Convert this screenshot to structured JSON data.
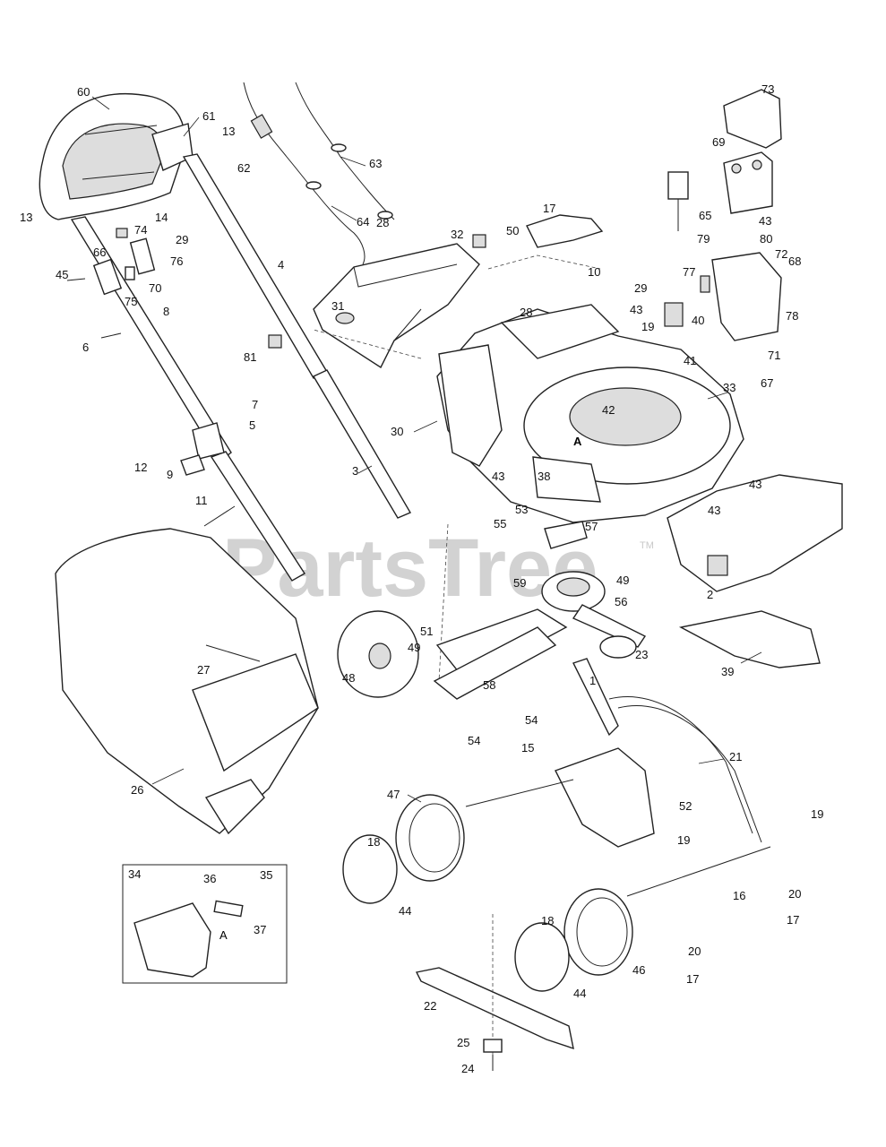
{
  "watermark": "PartsTree",
  "watermark_tm": "TM",
  "inset": {
    "ref_letter": "A"
  },
  "deck_ref_letter": "A",
  "callouts": [
    {
      "n": "60"
    },
    {
      "n": "61"
    },
    {
      "n": "13"
    },
    {
      "n": "62"
    },
    {
      "n": "13"
    },
    {
      "n": "14"
    },
    {
      "n": "74"
    },
    {
      "n": "29"
    },
    {
      "n": "66"
    },
    {
      "n": "76"
    },
    {
      "n": "45"
    },
    {
      "n": "70"
    },
    {
      "n": "75"
    },
    {
      "n": "8"
    },
    {
      "n": "6"
    },
    {
      "n": "4"
    },
    {
      "n": "81"
    },
    {
      "n": "7"
    },
    {
      "n": "5"
    },
    {
      "n": "12"
    },
    {
      "n": "9"
    },
    {
      "n": "3"
    },
    {
      "n": "11"
    },
    {
      "n": "63"
    },
    {
      "n": "64"
    },
    {
      "n": "28"
    },
    {
      "n": "32"
    },
    {
      "n": "17"
    },
    {
      "n": "50"
    },
    {
      "n": "31"
    },
    {
      "n": "10"
    },
    {
      "n": "29"
    },
    {
      "n": "28"
    },
    {
      "n": "43"
    },
    {
      "n": "19"
    },
    {
      "n": "40"
    },
    {
      "n": "41"
    },
    {
      "n": "73"
    },
    {
      "n": "69"
    },
    {
      "n": "65"
    },
    {
      "n": "43"
    },
    {
      "n": "79"
    },
    {
      "n": "80"
    },
    {
      "n": "72"
    },
    {
      "n": "77"
    },
    {
      "n": "68"
    },
    {
      "n": "78"
    },
    {
      "n": "71"
    },
    {
      "n": "67"
    },
    {
      "n": "33"
    },
    {
      "n": "42"
    },
    {
      "n": "30"
    },
    {
      "n": "43"
    },
    {
      "n": "38"
    },
    {
      "n": "43"
    },
    {
      "n": "43"
    },
    {
      "n": "53"
    },
    {
      "n": "55"
    },
    {
      "n": "57"
    },
    {
      "n": "2"
    },
    {
      "n": "59"
    },
    {
      "n": "49"
    },
    {
      "n": "56"
    },
    {
      "n": "51"
    },
    {
      "n": "49"
    },
    {
      "n": "23"
    },
    {
      "n": "39"
    },
    {
      "n": "48"
    },
    {
      "n": "1"
    },
    {
      "n": "58"
    },
    {
      "n": "54"
    },
    {
      "n": "54"
    },
    {
      "n": "27"
    },
    {
      "n": "15"
    },
    {
      "n": "21"
    },
    {
      "n": "26"
    },
    {
      "n": "47"
    },
    {
      "n": "52"
    },
    {
      "n": "19"
    },
    {
      "n": "19"
    },
    {
      "n": "18"
    },
    {
      "n": "44"
    },
    {
      "n": "34"
    },
    {
      "n": "36"
    },
    {
      "n": "35"
    },
    {
      "n": "37"
    },
    {
      "n": "16"
    },
    {
      "n": "20"
    },
    {
      "n": "17"
    },
    {
      "n": "18"
    },
    {
      "n": "20"
    },
    {
      "n": "46"
    },
    {
      "n": "17"
    },
    {
      "n": "44"
    },
    {
      "n": "22"
    },
    {
      "n": "25"
    },
    {
      "n": "24"
    }
  ]
}
